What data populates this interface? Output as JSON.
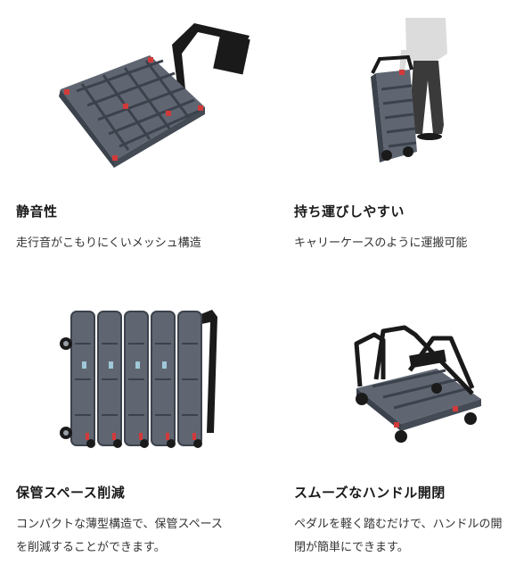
{
  "features": [
    {
      "title": "静音性",
      "description_lines": [
        "走行音がこもりにくいメッシュ構造"
      ],
      "image_icon": "mesh-cart-icon"
    },
    {
      "title": "持ち運びしやすい",
      "description_lines": [
        "キャリーケースのように運搬可能"
      ],
      "image_icon": "carry-cart-icon"
    },
    {
      "title": "保管スペース削減",
      "description_lines": [
        "コンパクトな薄型構造で、保管スペース",
        "を削減することができます。"
      ],
      "image_icon": "stacked-carts-icon"
    },
    {
      "title": "スムーズなハンドル開閉",
      "description_lines": [
        "ペダルを軽く踏むだけで、ハンドルの開",
        "閉が簡単にできます。"
      ],
      "image_icon": "folding-handle-cart-icon"
    }
  ],
  "colors": {
    "deck_gray": "#5f6672",
    "deck_dark": "#3c424c",
    "handle_black": "#1a1a1a",
    "accent_red": "#d23a3a",
    "text": "#222222"
  }
}
